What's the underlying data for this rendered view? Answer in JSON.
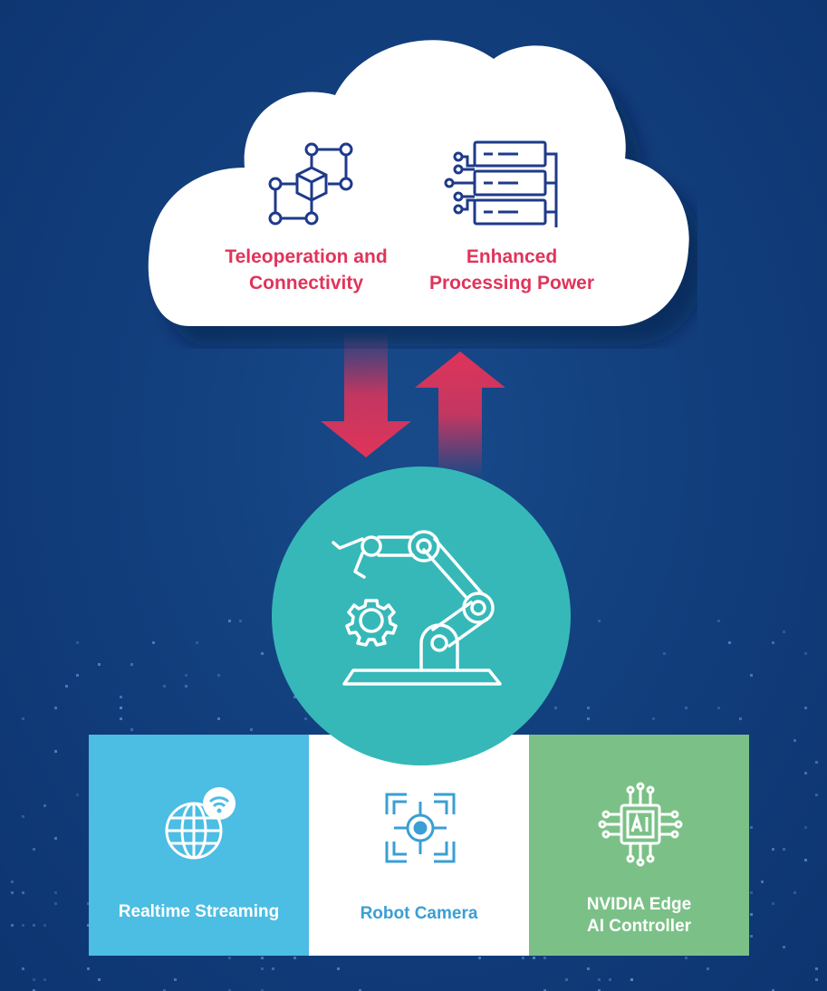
{
  "cloud": {
    "teleoperation_label": "Teleoperation and\nConnectivity",
    "processing_label": "Enhanced\nProcessing Power",
    "icons": [
      "network-cube-icon",
      "server-stack-icon"
    ]
  },
  "center": {
    "icon": "robot-arm-icon"
  },
  "panels": [
    {
      "label": "Realtime  Streaming",
      "icon": "globe-wifi-icon",
      "color": "#4cbde3"
    },
    {
      "label": "Robot Camera",
      "icon": "camera-focus-icon",
      "color": "#ffffff"
    },
    {
      "label": "NVIDIA Edge\nAI Controller",
      "icon": "ai-chip-icon",
      "color": "#7bc187"
    }
  ],
  "colors": {
    "background": "#123f7d",
    "accent_red": "#e0345a",
    "teal": "#36b8b9",
    "icon_navy": "#1e3a8a"
  }
}
